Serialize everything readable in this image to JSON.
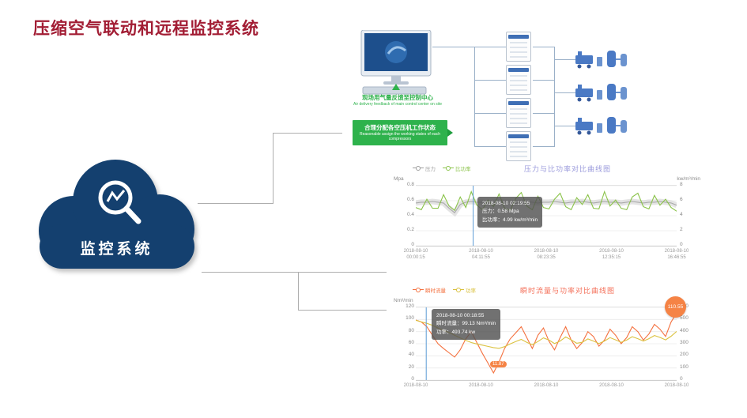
{
  "page": {
    "title": "压缩空气联动和远程监控系统"
  },
  "cloud": {
    "label": "监控系统",
    "color": "#14406f"
  },
  "diagram": {
    "feedback_cn": "现场用气量反馈至控制中心",
    "feedback_en": "Air delivery feedback of main control center on site",
    "assign_cn": "合理分配各空压机工作状态",
    "assign_en": "Reasonable assign the working states of each compressors"
  },
  "chart_data": [
    {
      "type": "line",
      "title": "压力与比功率对比曲线图",
      "title_color": "#9b9bdc",
      "legend": [
        {
          "name": "压力",
          "color": "#9e9e9e"
        },
        {
          "name": "比功率",
          "color": "#8bc34a"
        }
      ],
      "y_left": {
        "unit": "Mpa",
        "ticks": [
          "0.8",
          "0.6",
          "0.4",
          "0.2",
          "0"
        ],
        "min": 0,
        "max": 0.8
      },
      "y_right": {
        "unit": "kw/m³/min",
        "ticks": [
          "8",
          "6",
          "4",
          "2",
          "0"
        ],
        "min": 0,
        "max": 8
      },
      "x_labels": [
        {
          "date": "2018-08-10",
          "time": "00:00:15"
        },
        {
          "date": "2018-08-10",
          "time": "04:11:55"
        },
        {
          "date": "2018-08-10",
          "time": "08:23:35"
        },
        {
          "date": "2018-08-10",
          "time": "12:35:15"
        },
        {
          "date": "2018-08-10",
          "time": "16:46:55"
        }
      ],
      "cursor_frac": 0.22,
      "tooltip": {
        "time": "2018-08-10 02:19:55",
        "line1": "压力：0.58 Mpa",
        "line2": "比功率：4.99 kw/m³/min"
      },
      "series": [
        {
          "name": "压力",
          "axis": "left",
          "color": "#a9a9a9",
          "band_color": "#d9d9d9",
          "values": [
            0.57,
            0.58,
            0.58,
            0.59,
            0.58,
            0.57,
            0.5,
            0.44,
            0.55,
            0.58,
            0.59,
            0.58,
            0.58,
            0.57,
            0.58,
            0.59,
            0.58,
            0.58,
            0.57,
            0.58,
            0.59,
            0.58,
            0.57,
            0.58,
            0.58,
            0.59,
            0.58,
            0.57,
            0.58,
            0.58,
            0.59,
            0.58,
            0.57,
            0.58,
            0.59,
            0.58,
            0.58,
            0.57,
            0.58,
            0.59,
            0.58,
            0.57,
            0.58,
            0.58,
            0.59,
            0.58,
            0.57,
            0.54
          ]
        },
        {
          "name": "比功率",
          "axis": "right",
          "color": "#8bc34a",
          "values": [
            5.1,
            4.8,
            6.2,
            5.0,
            4.99,
            6.8,
            5.3,
            4.7,
            6.5,
            5.1,
            7.2,
            5.4,
            4.8,
            6.1,
            5.2,
            6.9,
            5.0,
            4.7,
            6.3,
            7.1,
            5.3,
            4.8,
            6.6,
            5.1,
            4.9,
            6.2,
            7.0,
            5.2,
            4.8,
            6.4,
            5.5,
            6.8,
            5.0,
            4.9,
            7.2,
            5.3,
            6.1,
            5.0,
            4.8,
            6.5,
            7.0,
            5.2,
            4.9,
            6.7,
            5.4,
            6.2,
            5.1,
            4.6
          ]
        }
      ]
    },
    {
      "type": "line",
      "title": "瞬时流量与功率对比曲线图",
      "title_color": "#f4705a",
      "legend": [
        {
          "name": "瞬时流量",
          "color": "#f4703e"
        },
        {
          "name": "功率",
          "color": "#d9c03c"
        }
      ],
      "y_left": {
        "unit": "Nm³/min",
        "ticks": [
          "120",
          "100",
          "80",
          "60",
          "40",
          "20",
          "0"
        ],
        "min": 0,
        "max": 120
      },
      "y_right": {
        "unit": "",
        "ticks": [
          "600",
          "500",
          "400",
          "300",
          "200",
          "100",
          "0"
        ],
        "min": 0,
        "max": 600
      },
      "x_labels": [
        {
          "date": "2018-08-10"
        },
        {
          "date": "2018-08-10"
        },
        {
          "date": "2018-08-10"
        },
        {
          "date": "2018-08-10"
        },
        {
          "date": "2018-08-10"
        }
      ],
      "cursor_frac": 0.04,
      "tooltip": {
        "time": "2018-08-10 00:18:55",
        "line1": "瞬时流量：99.13 Nm³/min",
        "line2": "功率：493.74 kw"
      },
      "markers": {
        "max": "110.55",
        "min": "11.87"
      },
      "series": [
        {
          "name": "瞬时流量",
          "axis": "left",
          "color": "#f4703e",
          "values": [
            99.13,
            96,
            88,
            74,
            60,
            52,
            45,
            38,
            50,
            68,
            80,
            62,
            44,
            28,
            11.87,
            30,
            52,
            68,
            78,
            88,
            70,
            52,
            74,
            86,
            64,
            50,
            70,
            88,
            66,
            52,
            62,
            80,
            72,
            56,
            66,
            84,
            74,
            60,
            70,
            88,
            80,
            66,
            76,
            92,
            84,
            72,
            96,
            110.55
          ]
        },
        {
          "name": "功率",
          "axis": "right",
          "color": "#dbc23f",
          "values": [
            493.74,
            480,
            468,
            452,
            430,
            410,
            392,
            370,
            348,
            328,
            310,
            298,
            288,
            278,
            268,
            262,
            276,
            298,
            318,
            336,
            312,
            292,
            318,
            348,
            330,
            302,
            322,
            356,
            332,
            304,
            312,
            340,
            322,
            302,
            322,
            350,
            332,
            312,
            330,
            358,
            342,
            322,
            342,
            368,
            352,
            332,
            362,
            402
          ]
        }
      ]
    }
  ]
}
